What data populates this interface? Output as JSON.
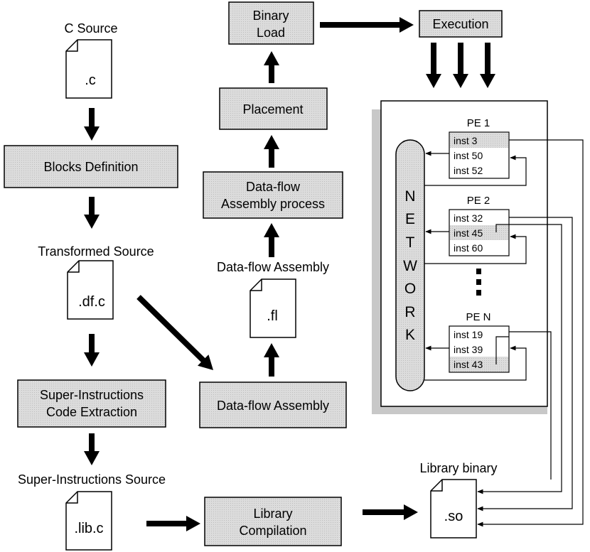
{
  "processes": {
    "blocks_definition": "Blocks Definition",
    "super_instr_line1": "Super-Instructions",
    "super_instr_line2": "Code Extraction",
    "library_compilation_line1": "Library",
    "library_compilation_line2": "Compilation",
    "dataflow_assembly": "Data-flow Assembly",
    "dataflow_assembly_process_line1": "Data-flow",
    "dataflow_assembly_process_line2": "Assembly process",
    "placement": "Placement",
    "binary_load_line1": "Binary",
    "binary_load_line2": "Load",
    "execution": "Execution"
  },
  "files": {
    "c_source": {
      "caption": "C Source",
      "ext": ".c"
    },
    "transformed_source": {
      "caption": "Transformed Source",
      "ext": ".df.c"
    },
    "super_instructions_source": {
      "caption": "Super-Instructions Source",
      "ext": ".lib.c"
    },
    "dataflow_assembly_file": {
      "caption": "Data-flow Assembly",
      "ext": ".fl"
    },
    "library_binary": {
      "caption": "Library binary",
      "ext": ".so"
    }
  },
  "network": {
    "letters": [
      "N",
      "E",
      "T",
      "W",
      "O",
      "R",
      "K"
    ],
    "pes": [
      {
        "name": "PE 1",
        "instructions": [
          "inst 3",
          "inst 50",
          "inst 52"
        ]
      },
      {
        "name": "PE 2",
        "instructions": [
          "inst 32",
          "inst 45",
          "inst 60"
        ]
      },
      {
        "name": "PE N",
        "instructions": [
          "inst 19",
          "inst 39",
          "inst 43"
        ]
      }
    ],
    "ellipsis": "⋮"
  }
}
